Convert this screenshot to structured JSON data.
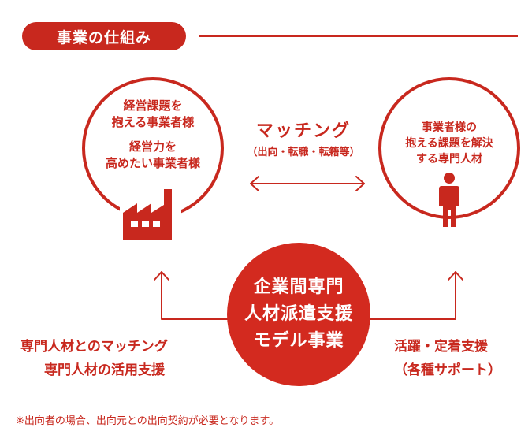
{
  "header": {
    "title": "事業の仕組み"
  },
  "left_circle": {
    "line1": "経営課題を",
    "line2": "抱える事業者様",
    "line3": "経営力を",
    "line4": "高めたい事業者様",
    "icon": "factory-icon"
  },
  "right_circle": {
    "line1": "事業者様の",
    "line2": "抱える課題を解決",
    "line3": "する専門人材",
    "icon": "person-icon"
  },
  "matching": {
    "title": "マッチング",
    "subtitle": "（出向・転職・転籍等）"
  },
  "center": {
    "line1": "企業間専門",
    "line2": "人材派遣支援",
    "line3": "モデル事業"
  },
  "bottom_left": {
    "line1": "専門人材とのマッチング",
    "line2": "専門人材の活用支援"
  },
  "bottom_right": {
    "line1": "活躍・定着支援",
    "line2": "（各種サポート）"
  },
  "footnote": "※出向者の場合、出向元との出向契約が必要となります。",
  "colors": {
    "accent": "#c8281e",
    "center_fill": "#d32a1f",
    "background": "#ffffff"
  }
}
